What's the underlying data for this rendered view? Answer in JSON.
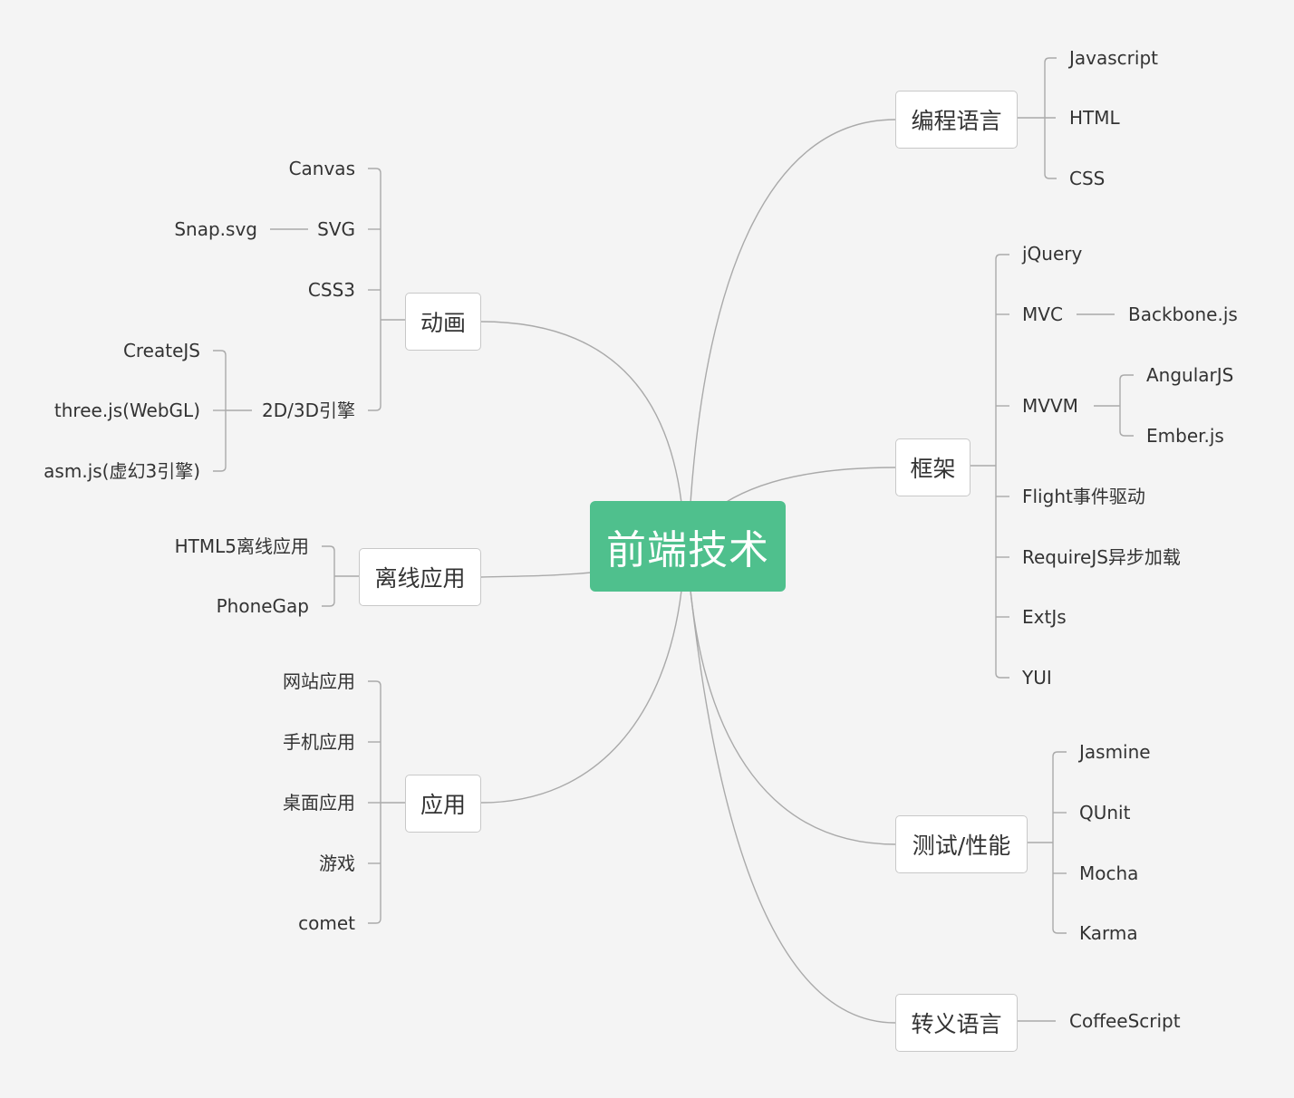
{
  "root": {
    "label": "前端技术"
  },
  "colors": {
    "root_bg": "#4fc08d",
    "line": "#aaaaaa",
    "bg": "#f4f4f4"
  },
  "branches": {
    "languages": {
      "label": "编程语言",
      "children": [
        "Javascript",
        "HTML",
        "CSS"
      ]
    },
    "frameworks": {
      "label": "框架",
      "children": [
        "jQuery",
        "MVC",
        "MVVM",
        "Flight事件驱动",
        "RequireJS异步加载",
        "ExtJs",
        "YUI"
      ],
      "mvc_children": [
        "Backbone.js"
      ],
      "mvvm_children": [
        "AngularJS",
        "Ember.js"
      ]
    },
    "testing": {
      "label": "测试/性能",
      "children": [
        "Jasmine",
        "QUnit",
        "Mocha",
        "Karma"
      ]
    },
    "transpile": {
      "label": "转义语言",
      "children": [
        "CoffeeScript"
      ]
    },
    "animation": {
      "label": "动画",
      "children": [
        "Canvas",
        "SVG",
        "CSS3",
        "2D/3D引擎"
      ],
      "svg_children": [
        "Snap.svg"
      ],
      "engine_children": [
        "CreateJS",
        "three.js(WebGL)",
        "asm.js(虚幻3引擎)"
      ]
    },
    "offline": {
      "label": "离线应用",
      "children": [
        "HTML5离线应用",
        "PhoneGap"
      ]
    },
    "apps": {
      "label": "应用",
      "children": [
        "网站应用",
        "手机应用",
        "桌面应用",
        "游戏",
        "comet"
      ]
    }
  }
}
